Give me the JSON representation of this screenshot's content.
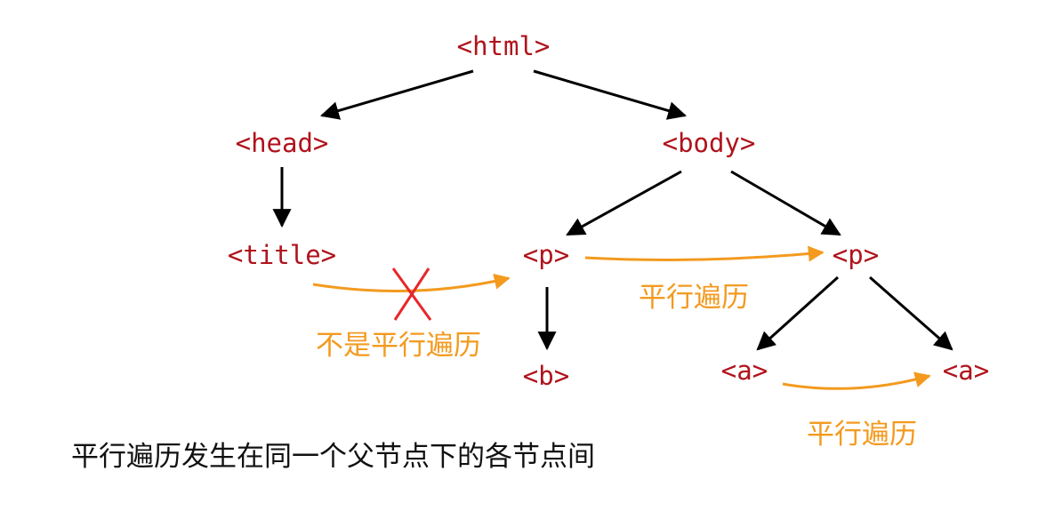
{
  "nodes": {
    "html": "<html>",
    "head": "<head>",
    "body": "<body>",
    "title": "<title>",
    "p1": "<p>",
    "p2": "<p>",
    "b": "<b>",
    "a1": "<a>",
    "a2": "<a>"
  },
  "labels": {
    "not_sibling": "不是平行遍历",
    "sibling_p": "平行遍历",
    "sibling_a": "平行遍历"
  },
  "caption": "平行遍历发生在同一个父节点下的各节点间",
  "colors": {
    "node_text": "#b0131c",
    "tree_edge": "#000000",
    "sibling_arrow": "#f39a1f",
    "cross_mark": "#e8262a",
    "caption_text": "#111111"
  }
}
